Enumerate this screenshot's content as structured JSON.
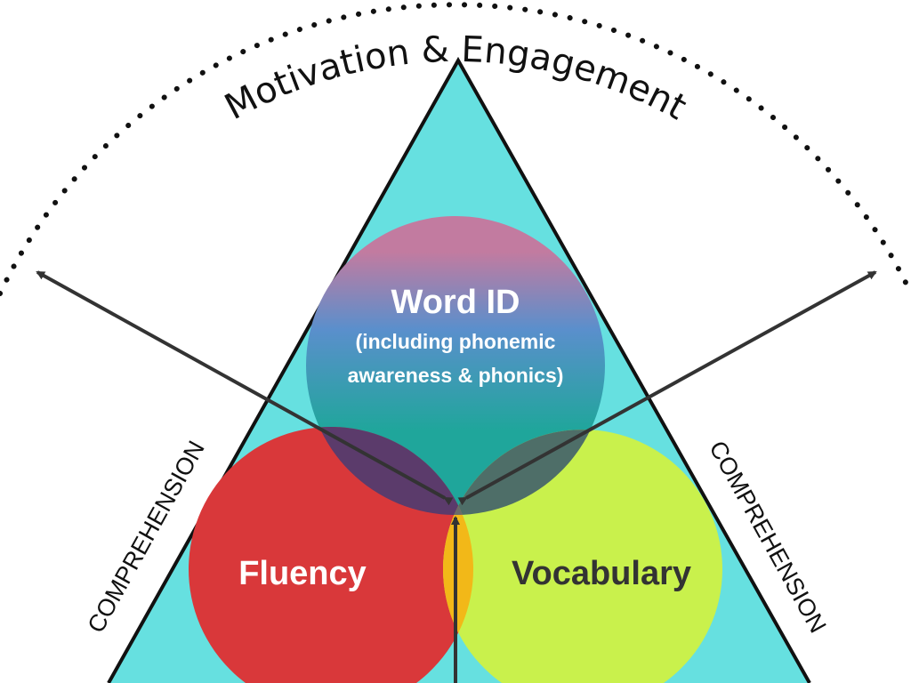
{
  "title": "Motivation & Engagement",
  "side_left": "COMPREHENSION",
  "side_right": "COMPREHENSION",
  "circles": {
    "word_id": {
      "label": "Word ID",
      "sub1": "(including phonemic",
      "sub2": "awareness &  phonics)"
    },
    "fluency": {
      "label": "Fluency"
    },
    "vocabulary": {
      "label": "Vocabulary"
    }
  },
  "colors": {
    "triangle": "#66e0e0",
    "fluency": "#d9383a",
    "vocabulary": "#c9f14c",
    "word_top": "#c27ba0",
    "word_mid": "#5a8fcc",
    "word_bottom": "#1fa69b",
    "overlap_fw": "#5b3b6b",
    "overlap_vw": "#4e6e68",
    "overlap_fv": "#f2b818",
    "overlap_all": "#6a6a6a",
    "arrow": "#333333"
  }
}
